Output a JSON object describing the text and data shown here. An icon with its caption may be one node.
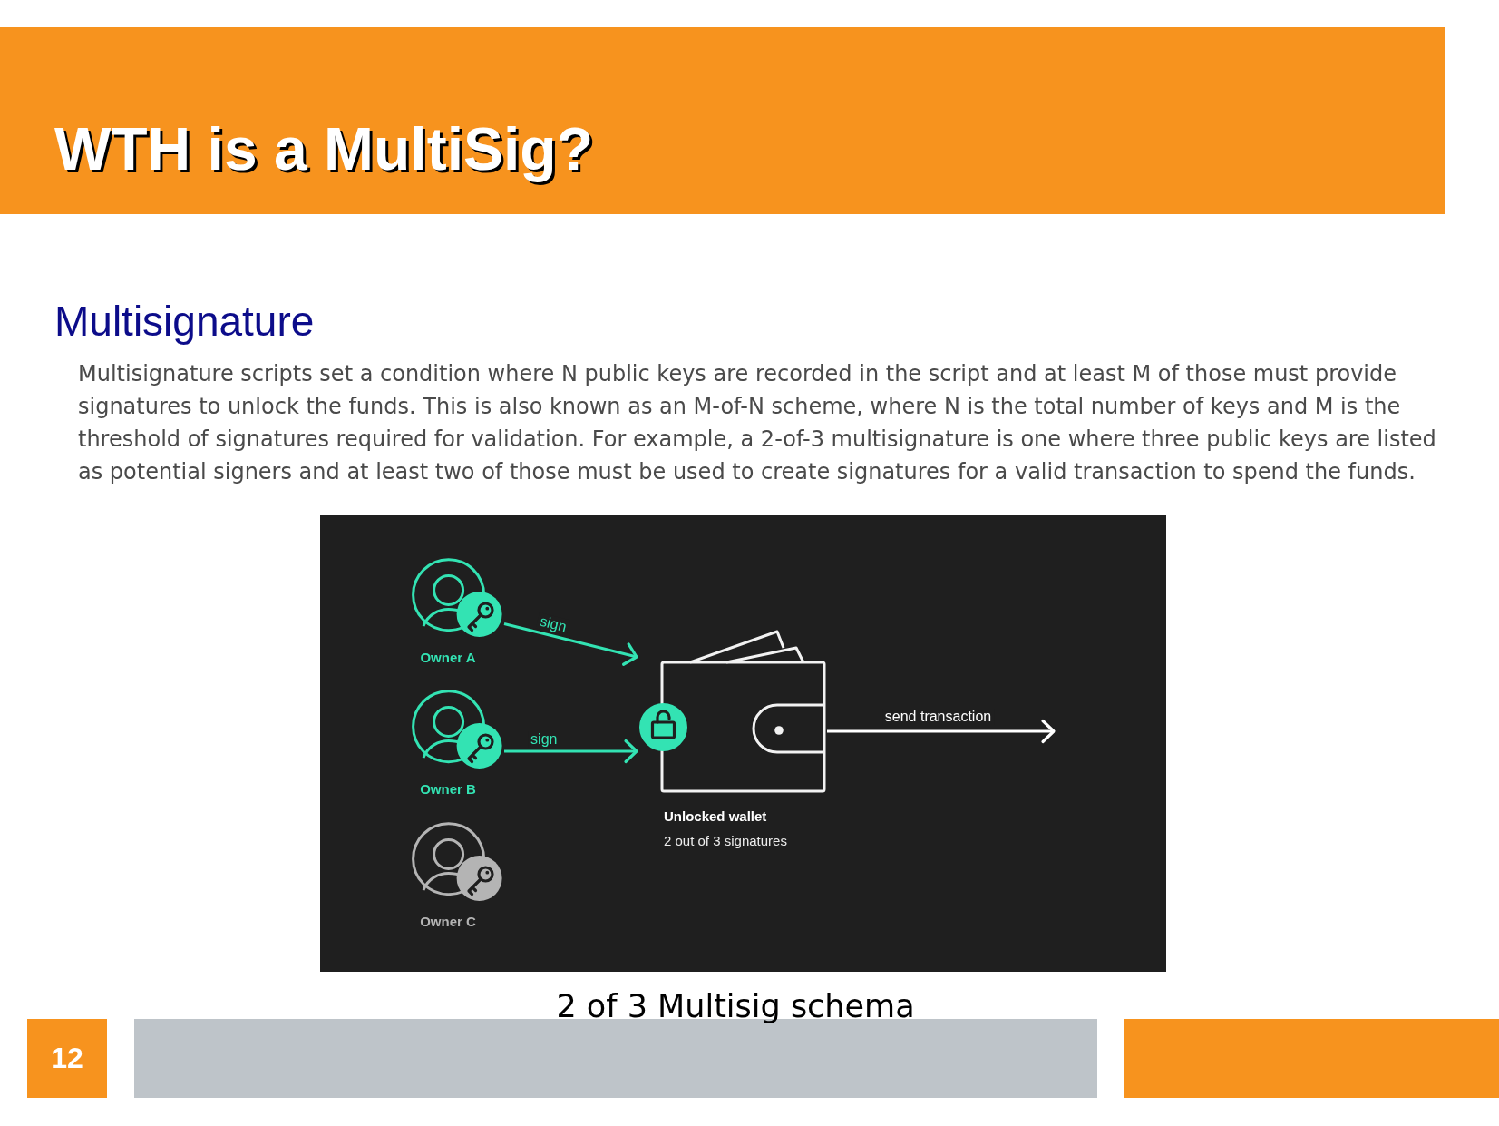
{
  "diagram": {
    "title": "WTH is a MultiSig?",
    "caption": "2 of 3 Multisig schema",
    "nodes": [
      {
        "text": [
          "Owner A"
        ]
      },
      {
        "text": [
          "Owner B"
        ]
      },
      {
        "text": [
          "Owner C"
        ]
      },
      {
        "text": [
          "Unlocked wallet",
          "2 out of 3 signatures"
        ]
      }
    ],
    "edges": [
      {
        "from": 0,
        "to": 3,
        "arrow": "to",
        "label": "sign"
      },
      {
        "from": 1,
        "to": 3,
        "arrow": "to",
        "label": "sign"
      },
      {
        "from": 3,
        "to": null,
        "arrow": "to",
        "label": "send transaction",
        "color": "#ffffff"
      }
    ],
    "labels": [
      "Multisignature",
      "Multisignature scripts set a condition where N public keys are recorded in the script and at least M of those must provide signatures to unlock the funds. This is also known as an M-of-N scheme, where N is the total number of keys and M is the threshold of signatures required for validation. For example, a 2-of-3 multisignature is one where three public keys are listed as potential signers and at least two of those must be used to create signatures for a valid transaction to spend the funds.",
      "12"
    ]
  }
}
